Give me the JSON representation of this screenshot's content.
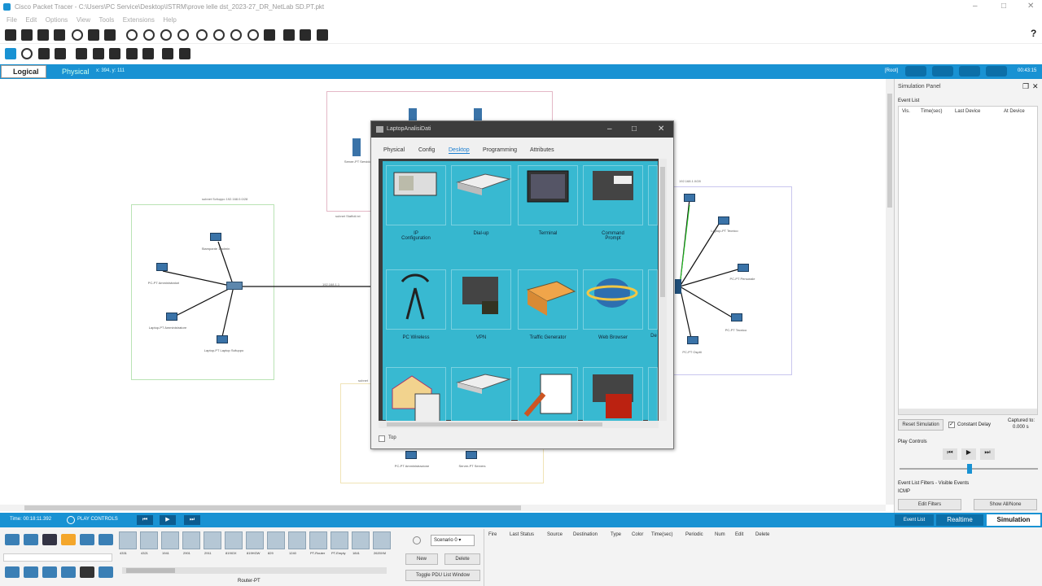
{
  "window": {
    "title": "Cisco Packet Tracer - C:\\Users\\PC Service\\Desktop\\ISTRM\\prove lelle dst_2023-27_DR_NetLab SD.PT.pkt"
  },
  "menu": [
    "File",
    "Edit",
    "Options",
    "View",
    "Tools",
    "Extensions",
    "Help"
  ],
  "tabs": {
    "logical": "Logical",
    "physical": "Physical",
    "coords": "x: 394, y: 111"
  },
  "status_right": {
    "root": "[Root]",
    "time": "00:43:15"
  },
  "workspace": {
    "zone_left_label": "subnet Sviluppo 192.168.0.0/28",
    "zone_top_label": "subnet Staffoli.txt",
    "zone_right_label": "192.168.1.0/28",
    "zone_bottom_label": "subnet",
    "link_label": "192.168.1.1",
    "devices": [
      "Stampante 1 admin",
      "PC-PT Amministratori",
      "Laptop-PT Amministratore",
      "Laptop-PT Laptop Sviluppo",
      "Server-PT Servidor",
      "Laptop-PT Tecnico",
      "Server-PT Servers",
      "PC-PT Personale",
      "PC-PT Tecnico",
      "PC-PT Ospiti",
      "PC-PT Amministrazione"
    ]
  },
  "dialog": {
    "title": "LaptopAnalisiDati",
    "tabs": [
      "Physical",
      "Config",
      "Desktop",
      "Programming",
      "Attributes"
    ],
    "active_tab": "Desktop",
    "apps": [
      {
        "label": "IP\nConfiguration",
        "icon": "ip-config-icon"
      },
      {
        "label": "Dial-up",
        "icon": "modem-icon"
      },
      {
        "label": "Terminal",
        "icon": "terminal-icon"
      },
      {
        "label": "Command\nPrompt",
        "icon": "command-prompt-icon"
      },
      {
        "label": "PC Wireless",
        "icon": "wireless-antenna-icon"
      },
      {
        "label": "VPN",
        "icon": "vpn-lock-icon"
      },
      {
        "label": "Traffic Generator",
        "icon": "traffic-generator-icon"
      },
      {
        "label": "Web Browser",
        "icon": "web-browser-icon"
      },
      {
        "label": "",
        "icon": "email-icon"
      },
      {
        "label": "",
        "icon": "pppoe-dialer-icon"
      },
      {
        "label": "",
        "icon": "text-editor-icon"
      },
      {
        "label": "",
        "icon": "ipv4-firewall-icon"
      }
    ],
    "partial_label": "De",
    "top_checkbox": "Top"
  },
  "sim_panel": {
    "title": "Simulation Panel",
    "event_list": "Event List",
    "columns": [
      "Vis.",
      "Time(sec)",
      "Last Device",
      "At Device"
    ],
    "reset": "Reset Simulation",
    "constant_delay": "Constant Delay",
    "captured_to": "Captured to:",
    "captured_val": "0.000 s",
    "play_controls": "Play Controls",
    "filters_title": "Event List Filters - Visible Events",
    "filters_value": "ICMP",
    "edit_filters": "Edit Filters",
    "show_all": "Show All/None"
  },
  "bottom": {
    "time": "Time: 00:18:11.392",
    "play_controls": "PLAY CONTROLS",
    "event_list": "Event List",
    "realtime": "Realtime",
    "simulation": "Simulation",
    "device_caption": "Router-PT",
    "scenario": "Scenario 0",
    "new": "New",
    "delete": "Delete",
    "toggle": "Toggle PDU List Window",
    "pdu_cols": [
      "Fire",
      "Last Status",
      "Source",
      "Destination",
      "Type",
      "Color",
      "Time(sec)",
      "Periodic",
      "Num",
      "Edit",
      "Delete"
    ],
    "subtypes": [
      "4331",
      "4321",
      "1941",
      "2901",
      "2911",
      "819IOX",
      "819HGW",
      "829",
      "1240",
      "PT-Router",
      "PT-Empty",
      "1841",
      "2620XM"
    ]
  }
}
